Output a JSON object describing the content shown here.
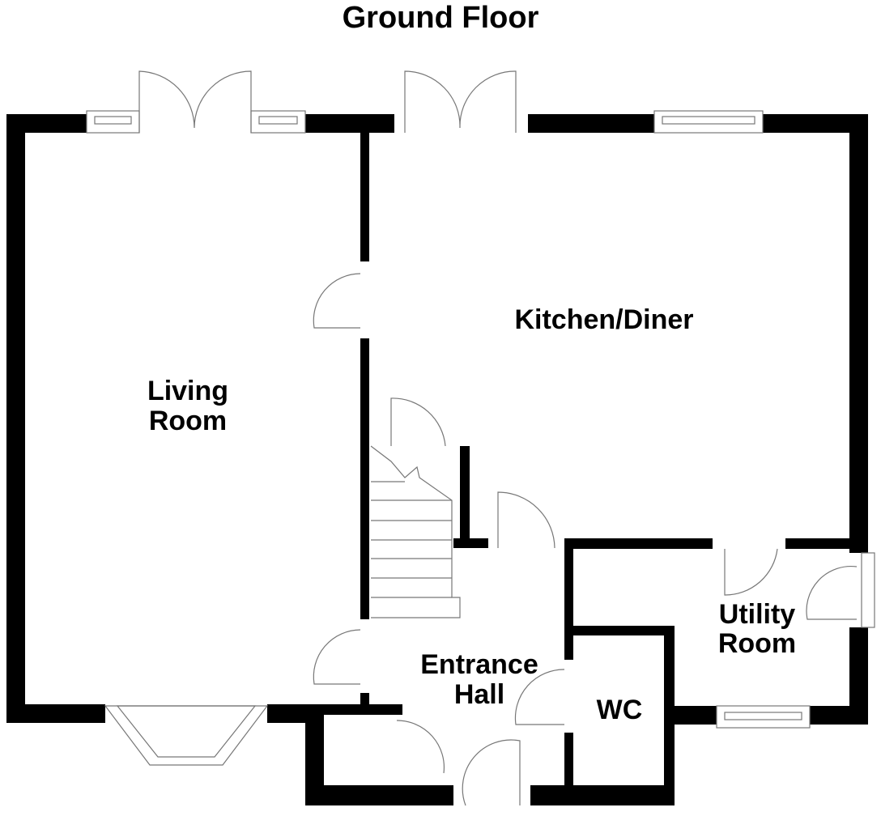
{
  "title": "Ground Floor",
  "rooms": {
    "living_line1": "Living",
    "living_line2": "Room",
    "kitchen": "Kitchen/Diner",
    "hall_line1": "Entrance",
    "hall_line2": "Hall",
    "wc": "WC",
    "utility_line1": "Utility",
    "utility_line2": "Room"
  }
}
